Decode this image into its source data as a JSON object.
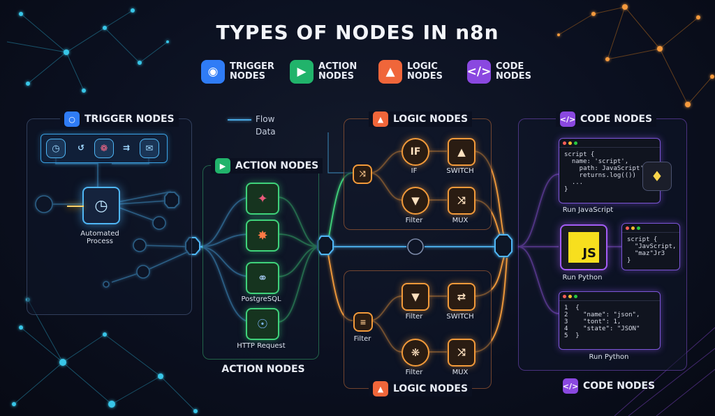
{
  "title": "TYPES OF NODES IN n8n",
  "legend": [
    {
      "label_1": "TRIGGER",
      "label_2": "NODES",
      "color": "#2f7cf6",
      "icon": "bell-icon"
    },
    {
      "label_1": "ACTION",
      "label_2": "NODES",
      "color": "#21b36b",
      "icon": "play-forward-icon"
    },
    {
      "label_1": "LOGIC",
      "label_2": "NODES",
      "color": "#f0663a",
      "icon": "hierarchy-icon"
    },
    {
      "label_1": "CODE",
      "label_2": "NODES",
      "color": "#8a48e0",
      "icon": "code-brackets-icon"
    }
  ],
  "flow_legend": {
    "flow": "Flow",
    "data": "Data",
    "flow_color": "#4fb6f5",
    "data_color": "#f29a3a"
  },
  "trigger_panel": {
    "title": "TRIGGER NODES",
    "center_label_1": "Automated",
    "center_label_2": "Process"
  },
  "action_panel": {
    "title": "ACTION NODES",
    "footer": "ACTION NODES",
    "nodes": [
      {
        "icon": "slack-icon",
        "label": ""
      },
      {
        "icon": "hubspot-icon",
        "label": ""
      },
      {
        "icon": "postgresql-icon",
        "label": "PostgreSQL"
      },
      {
        "icon": "globe-icon",
        "label": "HTTP Request"
      }
    ]
  },
  "logic_top": {
    "title": "LOGIC NODES",
    "nodes": [
      {
        "text": "IF",
        "label": "IF"
      },
      {
        "text": "",
        "label": "SWITCH"
      },
      {
        "text": "",
        "label": "Filter"
      },
      {
        "text": "",
        "label": "MUX"
      }
    ]
  },
  "logic_bottom": {
    "title": "LOGIC NODES",
    "entry_label": "Filter",
    "nodes": [
      {
        "label": "Filter"
      },
      {
        "label": "SWITCH"
      },
      {
        "label": "Filter"
      },
      {
        "label": "MUX"
      }
    ]
  },
  "code_panel": {
    "title": "CODE NODES",
    "footer": "CODE NODES",
    "box1": {
      "lines": [
        "script {",
        "  name: 'script',",
        "    path: JavaScript',",
        "    returns.log(())",
        "  ...",
        "}"
      ],
      "caption": "Run JavaScript"
    },
    "js_badge": "JS",
    "box2": {
      "lines": [
        "script {",
        "  \"JavScript,",
        "  \"maz\"Jr3",
        "}"
      ],
      "caption": "Run Python"
    },
    "box3": {
      "lines": [
        "1  {",
        "2    \"name\": \"json\",",
        "3    \"tont\": 1,",
        "4    \"state\": \"JSON\"",
        "5  }"
      ],
      "caption": "Run Python"
    }
  }
}
